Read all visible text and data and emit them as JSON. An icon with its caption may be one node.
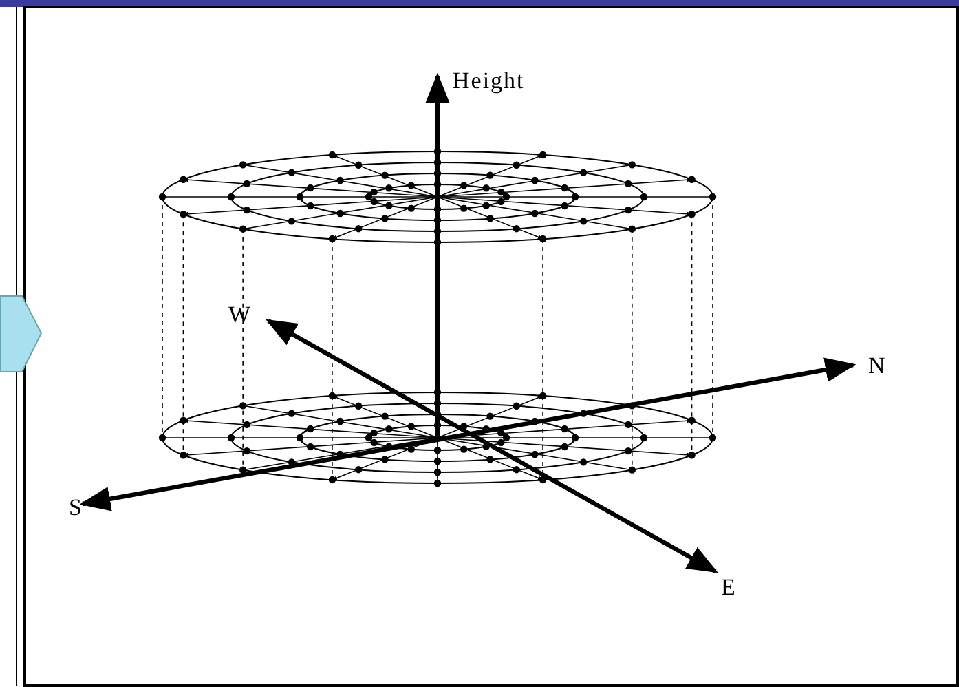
{
  "diagram": {
    "labels": [
      "Height",
      "W",
      "N",
      "S",
      "E"
    ]
  }
}
